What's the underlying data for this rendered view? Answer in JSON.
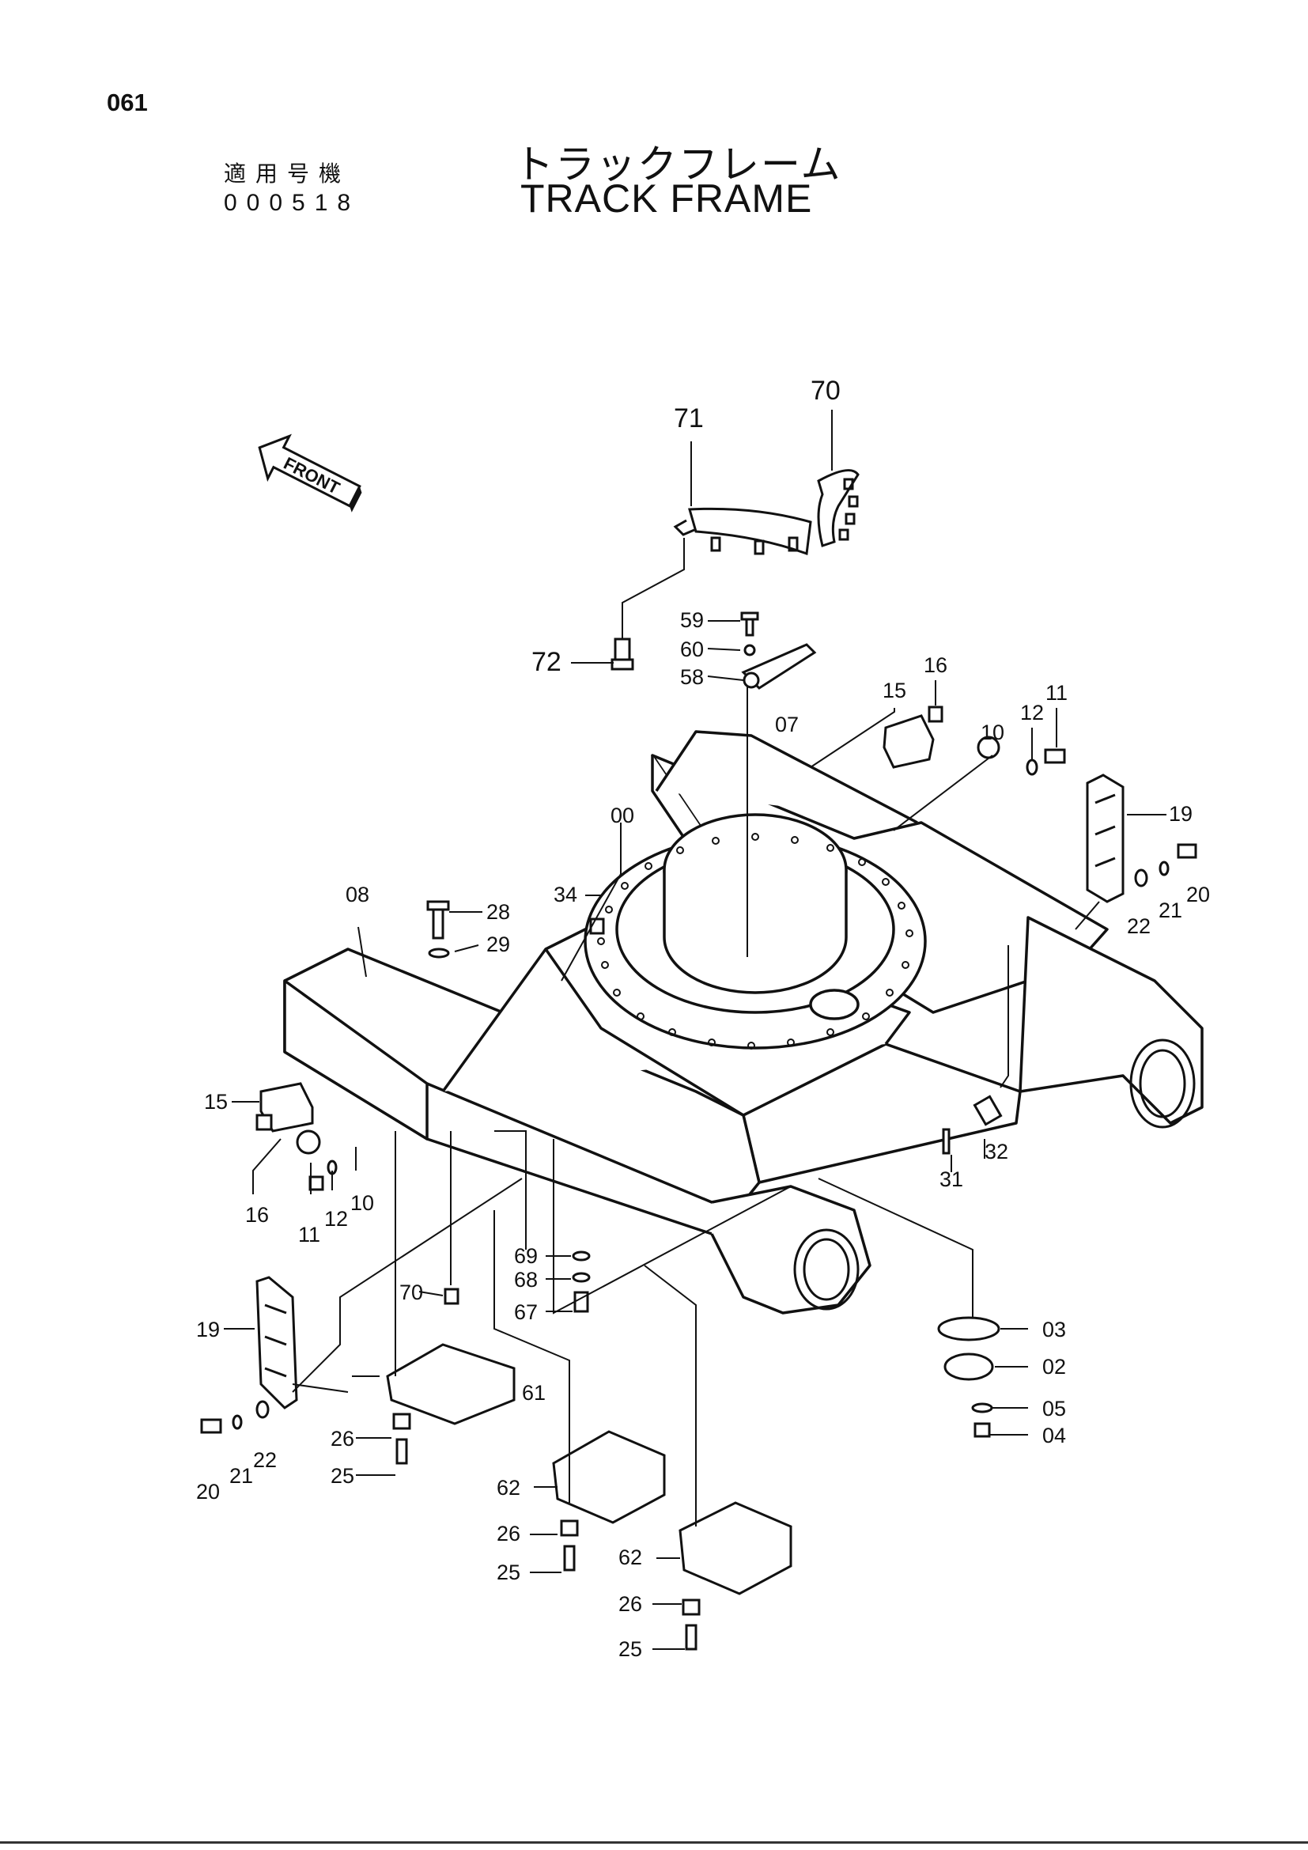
{
  "header": {
    "page_number": "061",
    "model_label": "適用号機",
    "model_code": "000518",
    "title_jp": "トラックフレーム",
    "title_en": "TRACK FRAME"
  },
  "diagram": {
    "front_label": "FRONT",
    "callouts": [
      "71",
      "70",
      "72",
      "59",
      "60",
      "58",
      "16",
      "15",
      "12",
      "11",
      "07",
      "10",
      "19",
      "00",
      "34",
      "20",
      "21",
      "22",
      "08",
      "28",
      "29",
      "32",
      "31",
      "15",
      "16",
      "11",
      "12",
      "10",
      "69",
      "68",
      "67",
      "70",
      "03",
      "02",
      "05",
      "04",
      "19",
      "61",
      "26",
      "25",
      "20",
      "21",
      "22",
      "62",
      "26",
      "25",
      "62",
      "26",
      "25"
    ]
  }
}
